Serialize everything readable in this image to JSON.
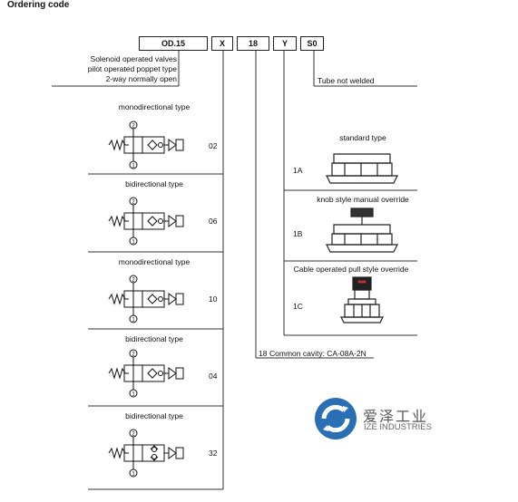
{
  "page": {
    "title": "Ordering code"
  },
  "code_fields": [
    "OD.15",
    "X",
    "18",
    "Y",
    "S0"
  ],
  "description": {
    "line1": "Solenoid operated valves",
    "line2": "pilot operated poppet type",
    "line3": "2-way normally open"
  },
  "variants": [
    {
      "label": "monodirectional type",
      "code": "02"
    },
    {
      "label": "bidirectional type",
      "code": "06"
    },
    {
      "label": "monodirectional type",
      "code": "10"
    },
    {
      "label": "bidirectional type",
      "code": "04"
    },
    {
      "label": "bidirectional type",
      "code": "32"
    }
  ],
  "port_labels": {
    "top": "2",
    "bottom": "1"
  },
  "seal": {
    "label": "Tube not welded"
  },
  "override": [
    {
      "label": "standard type",
      "code": "1A"
    },
    {
      "label": "knob style manual override",
      "code": "1B"
    },
    {
      "label": "Cable operated pull style override",
      "code": "1C"
    }
  ],
  "cavity": {
    "code": "18",
    "label": "Common cavity: CA-08A-2N"
  },
  "logo": {
    "cn": "爱泽工业",
    "en": "IZE INDUSTRIES",
    "color": "#2a6fb5"
  }
}
